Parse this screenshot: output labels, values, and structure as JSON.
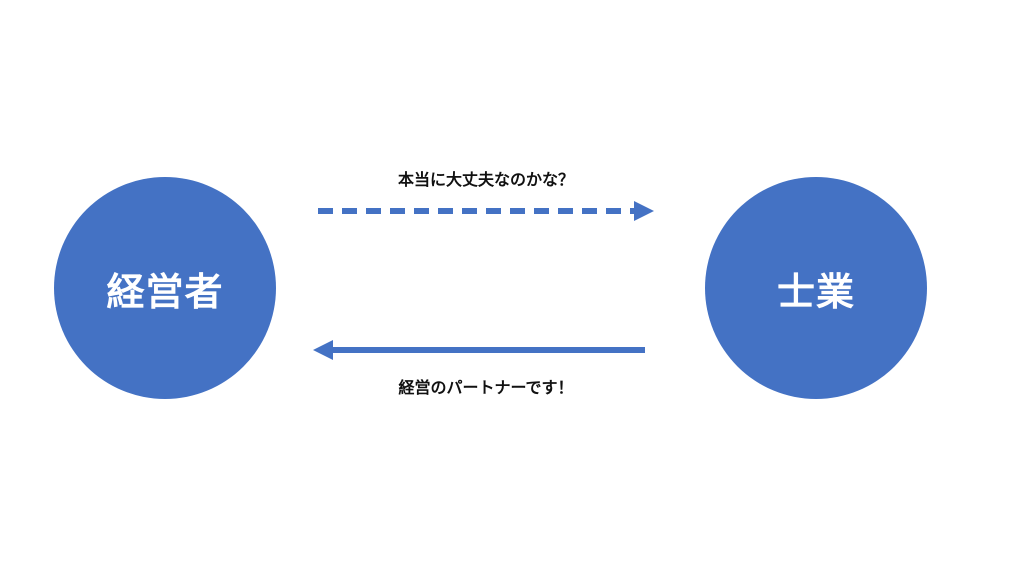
{
  "nodes": {
    "left": {
      "label": "経営者"
    },
    "right": {
      "label": "士業"
    }
  },
  "edges": {
    "top": {
      "label": "本当に大丈夫なのかな？",
      "style": "dashed",
      "direction": "left-to-right"
    },
    "bottom": {
      "label": "経営のパートナーです！",
      "style": "solid",
      "direction": "right-to-left"
    }
  },
  "colors": {
    "node_fill": "#4472C4",
    "arrow": "#4472C4",
    "node_text": "#FFFFFF",
    "label_text": "#111111"
  }
}
